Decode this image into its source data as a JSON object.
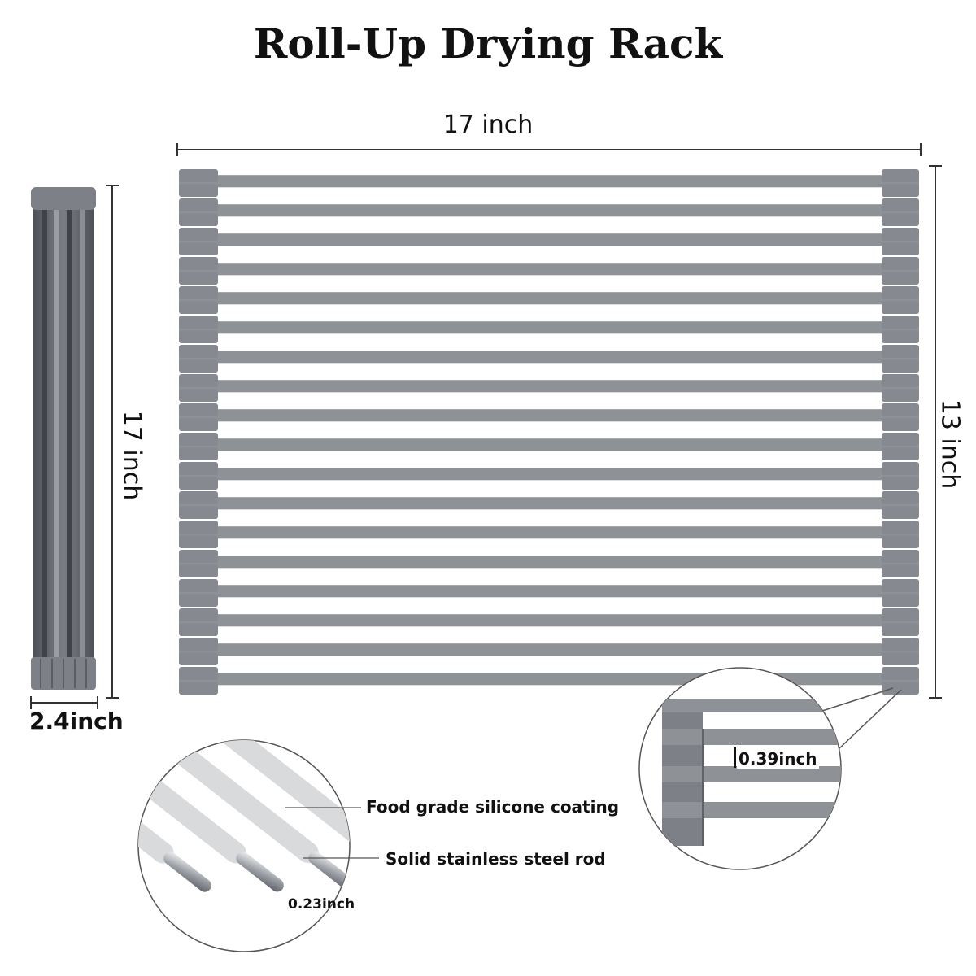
{
  "title": "Roll-Up Drying Rack",
  "dimensions": {
    "width_label": "17 inch",
    "height_label": "13 inch",
    "rolled_length_label": "17 inch",
    "rolled_diameter_label": "2.4inch"
  },
  "callouts": {
    "coating": "Food grade silicone coating",
    "rod": "Solid stainless steel rod",
    "rod_diameter": "0.23inch",
    "rod_gap": "0.39inch"
  },
  "colors": {
    "rack_gray": "#8e9196",
    "rolled_gray": "#5f6268",
    "silicone_light": "#d9dadc",
    "steel": "#c5c8cc"
  }
}
